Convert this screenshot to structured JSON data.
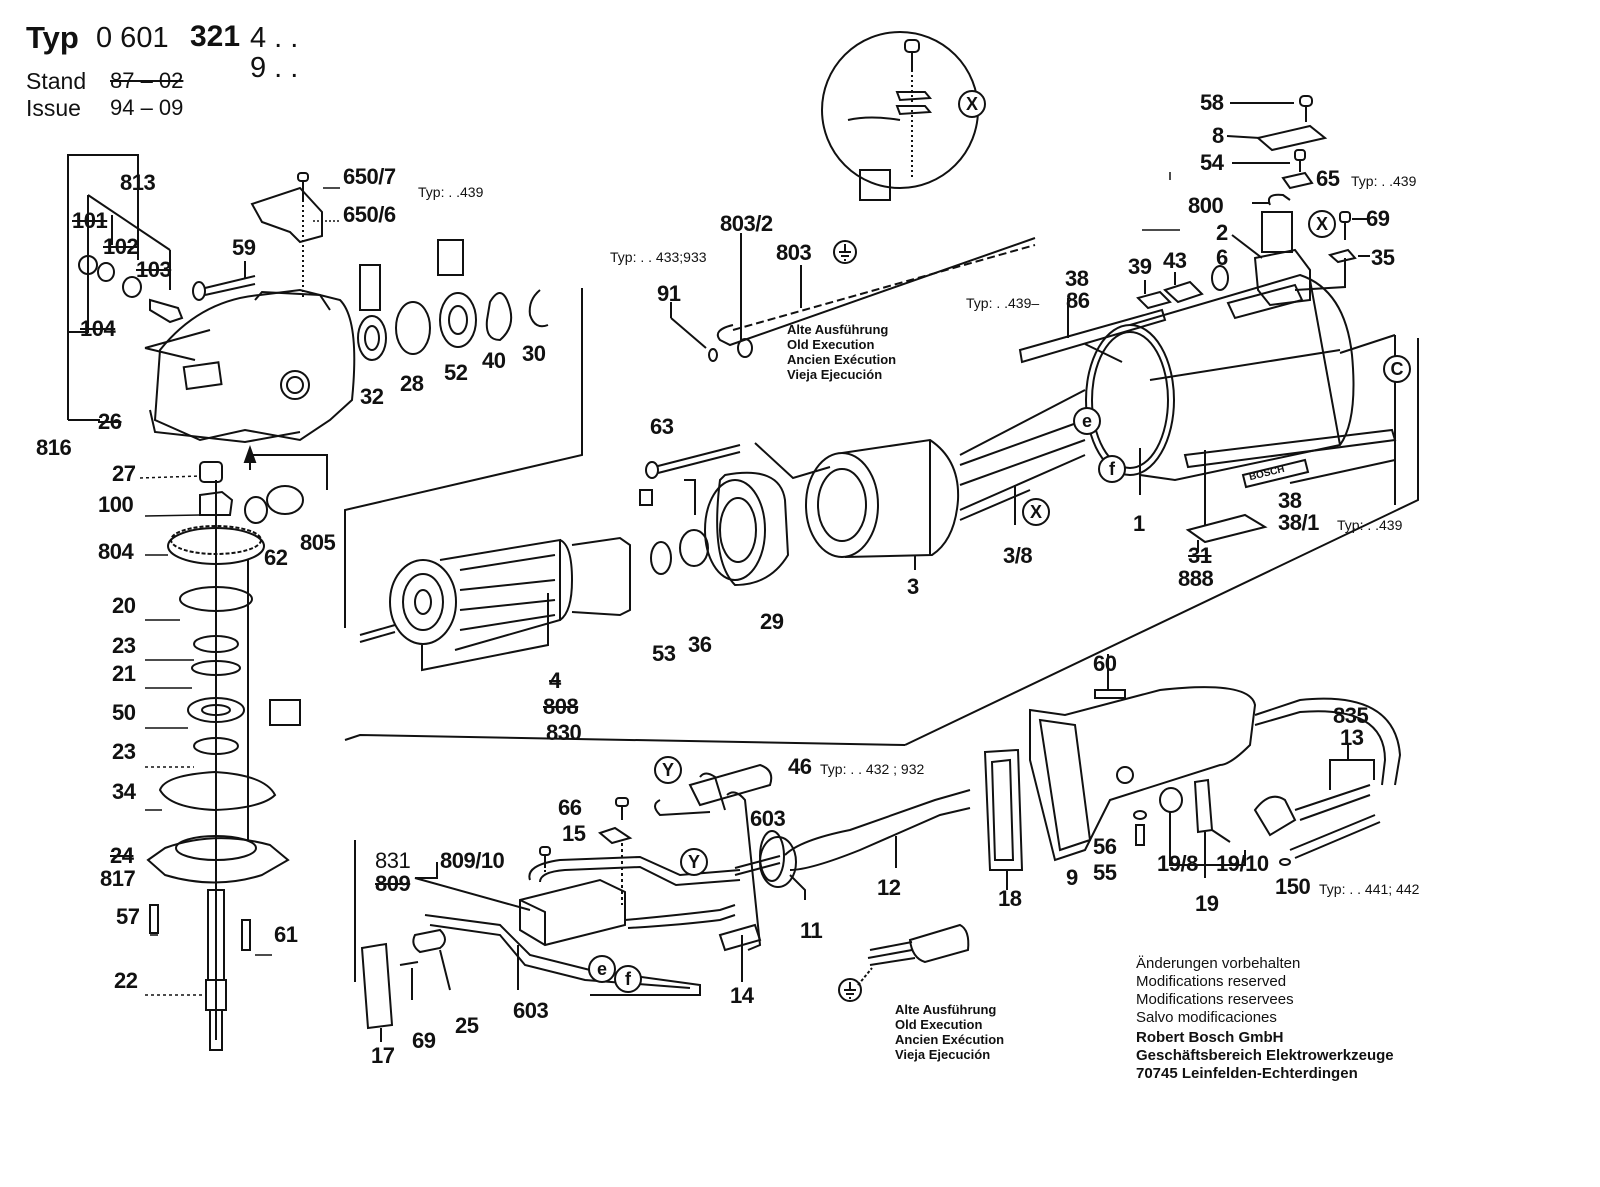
{
  "header": {
    "typ_label": "Typ",
    "typ_prefix": "0 601",
    "typ_main": "321",
    "typ_variant_1": "4 . .",
    "typ_variant_2": "9 . .",
    "stand_label": "Stand",
    "stand_old": "87 – 02",
    "issue_label": "Issue",
    "issue_value": "94 – 09"
  },
  "parts": {
    "p813": "813",
    "p101": "101",
    "p102": "102",
    "p103": "103",
    "p104": "104",
    "p26": "26",
    "p816": "816",
    "p59": "59",
    "p650_7": "650/7",
    "p650_6": "650/6",
    "p32": "32",
    "p28": "28",
    "p52": "52",
    "p40": "40",
    "p30": "30",
    "p27": "27",
    "p100": "100",
    "p804": "804",
    "p62": "62",
    "p805": "805",
    "p20": "20",
    "p23a": "23",
    "p21": "21",
    "p50": "50",
    "p23b": "23",
    "p34": "34",
    "p24": "24",
    "p817": "817",
    "p57": "57",
    "p61": "61",
    "p22": "22",
    "p803_2": "803/2",
    "p803": "803",
    "p91": "91",
    "p63": "63",
    "p53": "53",
    "p36": "36",
    "p29": "29",
    "p3": "3",
    "p3_8": "3/8",
    "p4": "4",
    "p808": "808",
    "p830": "830",
    "p38a": "38",
    "p86": "86",
    "p39": "39",
    "p43": "43",
    "p58": "58",
    "p8": "8",
    "p54": "54",
    "p65": "65",
    "p800": "800",
    "p2": "2",
    "p6": "6",
    "p69a": "69",
    "p35": "35",
    "p1": "1",
    "p38b": "38",
    "p38_1": "38/1",
    "p31": "31",
    "p888": "888",
    "p60": "60",
    "p835": "835",
    "p13": "13",
    "p46": "46",
    "p66": "66",
    "p15": "15",
    "p603a": "603",
    "p831": "831",
    "p809_10": "809/10",
    "p809": "809",
    "p12": "12",
    "p18": "18",
    "p9": "9",
    "p56": "56",
    "p55": "55",
    "p19_8": "19/8",
    "p19_10": "19/10",
    "p19": "19",
    "p150": "150",
    "p11": "11",
    "p14": "14",
    "p603b": "603",
    "p17": "17",
    "p69b": "69",
    "p25": "25"
  },
  "typ_notes": {
    "t650": "Typ: . .439",
    "t91": "Typ: . . 433;933",
    "t86": "Typ: . .439–",
    "t65": "Typ: . .439",
    "t38_1": "Typ: . .439",
    "t46": "Typ: . . 432 ; 932",
    "t150": "Typ: . . 441; 442"
  },
  "markers": {
    "x": "X",
    "y": "Y",
    "c": "C",
    "e": "e",
    "f": "f"
  },
  "old_execution_note": {
    "line1": "Alte Ausführung",
    "line2": "Old Execution",
    "line3": "Ancien Exécution",
    "line4": "Vieja Ejecución"
  },
  "brand_plate": "BOSCH",
  "footer": {
    "line1": "Änderungen vorbehalten",
    "line2": "Modifications reserved",
    "line3": "Modifications reservees",
    "line4": "Salvo modificaciones",
    "company": "Robert Bosch GmbH",
    "division": "Geschäftsbereich Elektrowerkzeuge",
    "address": "70745 Leinfelden-Echterdingen"
  }
}
